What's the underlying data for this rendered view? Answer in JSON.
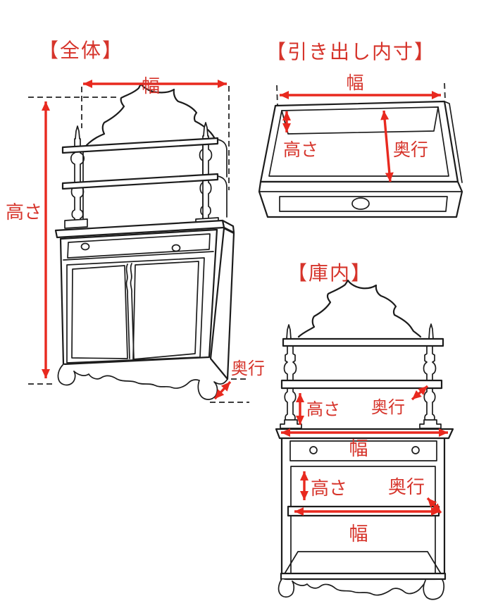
{
  "colors": {
    "label_red": "#d6342b",
    "arrow_red": "#e8291f",
    "line_black": "#1c1c1c",
    "dash_gray": "#3c3c3c",
    "background": "#ffffff"
  },
  "sections": {
    "overall": {
      "title": "【全体】",
      "width_label": "幅",
      "height_label": "高さ",
      "depth_label": "奥行"
    },
    "drawer_inner": {
      "title": "【引き出し内寸】",
      "width_label": "幅",
      "height_label": "高さ",
      "depth_label": "奥行"
    },
    "cabinet_interior": {
      "title": "【庫内】",
      "upper_height_label": "高さ",
      "upper_depth_label": "奥行",
      "top_width_label": "幅",
      "lower_height_label": "高さ",
      "lower_depth_label": "奥行",
      "shelf_width_label": "幅"
    }
  }
}
